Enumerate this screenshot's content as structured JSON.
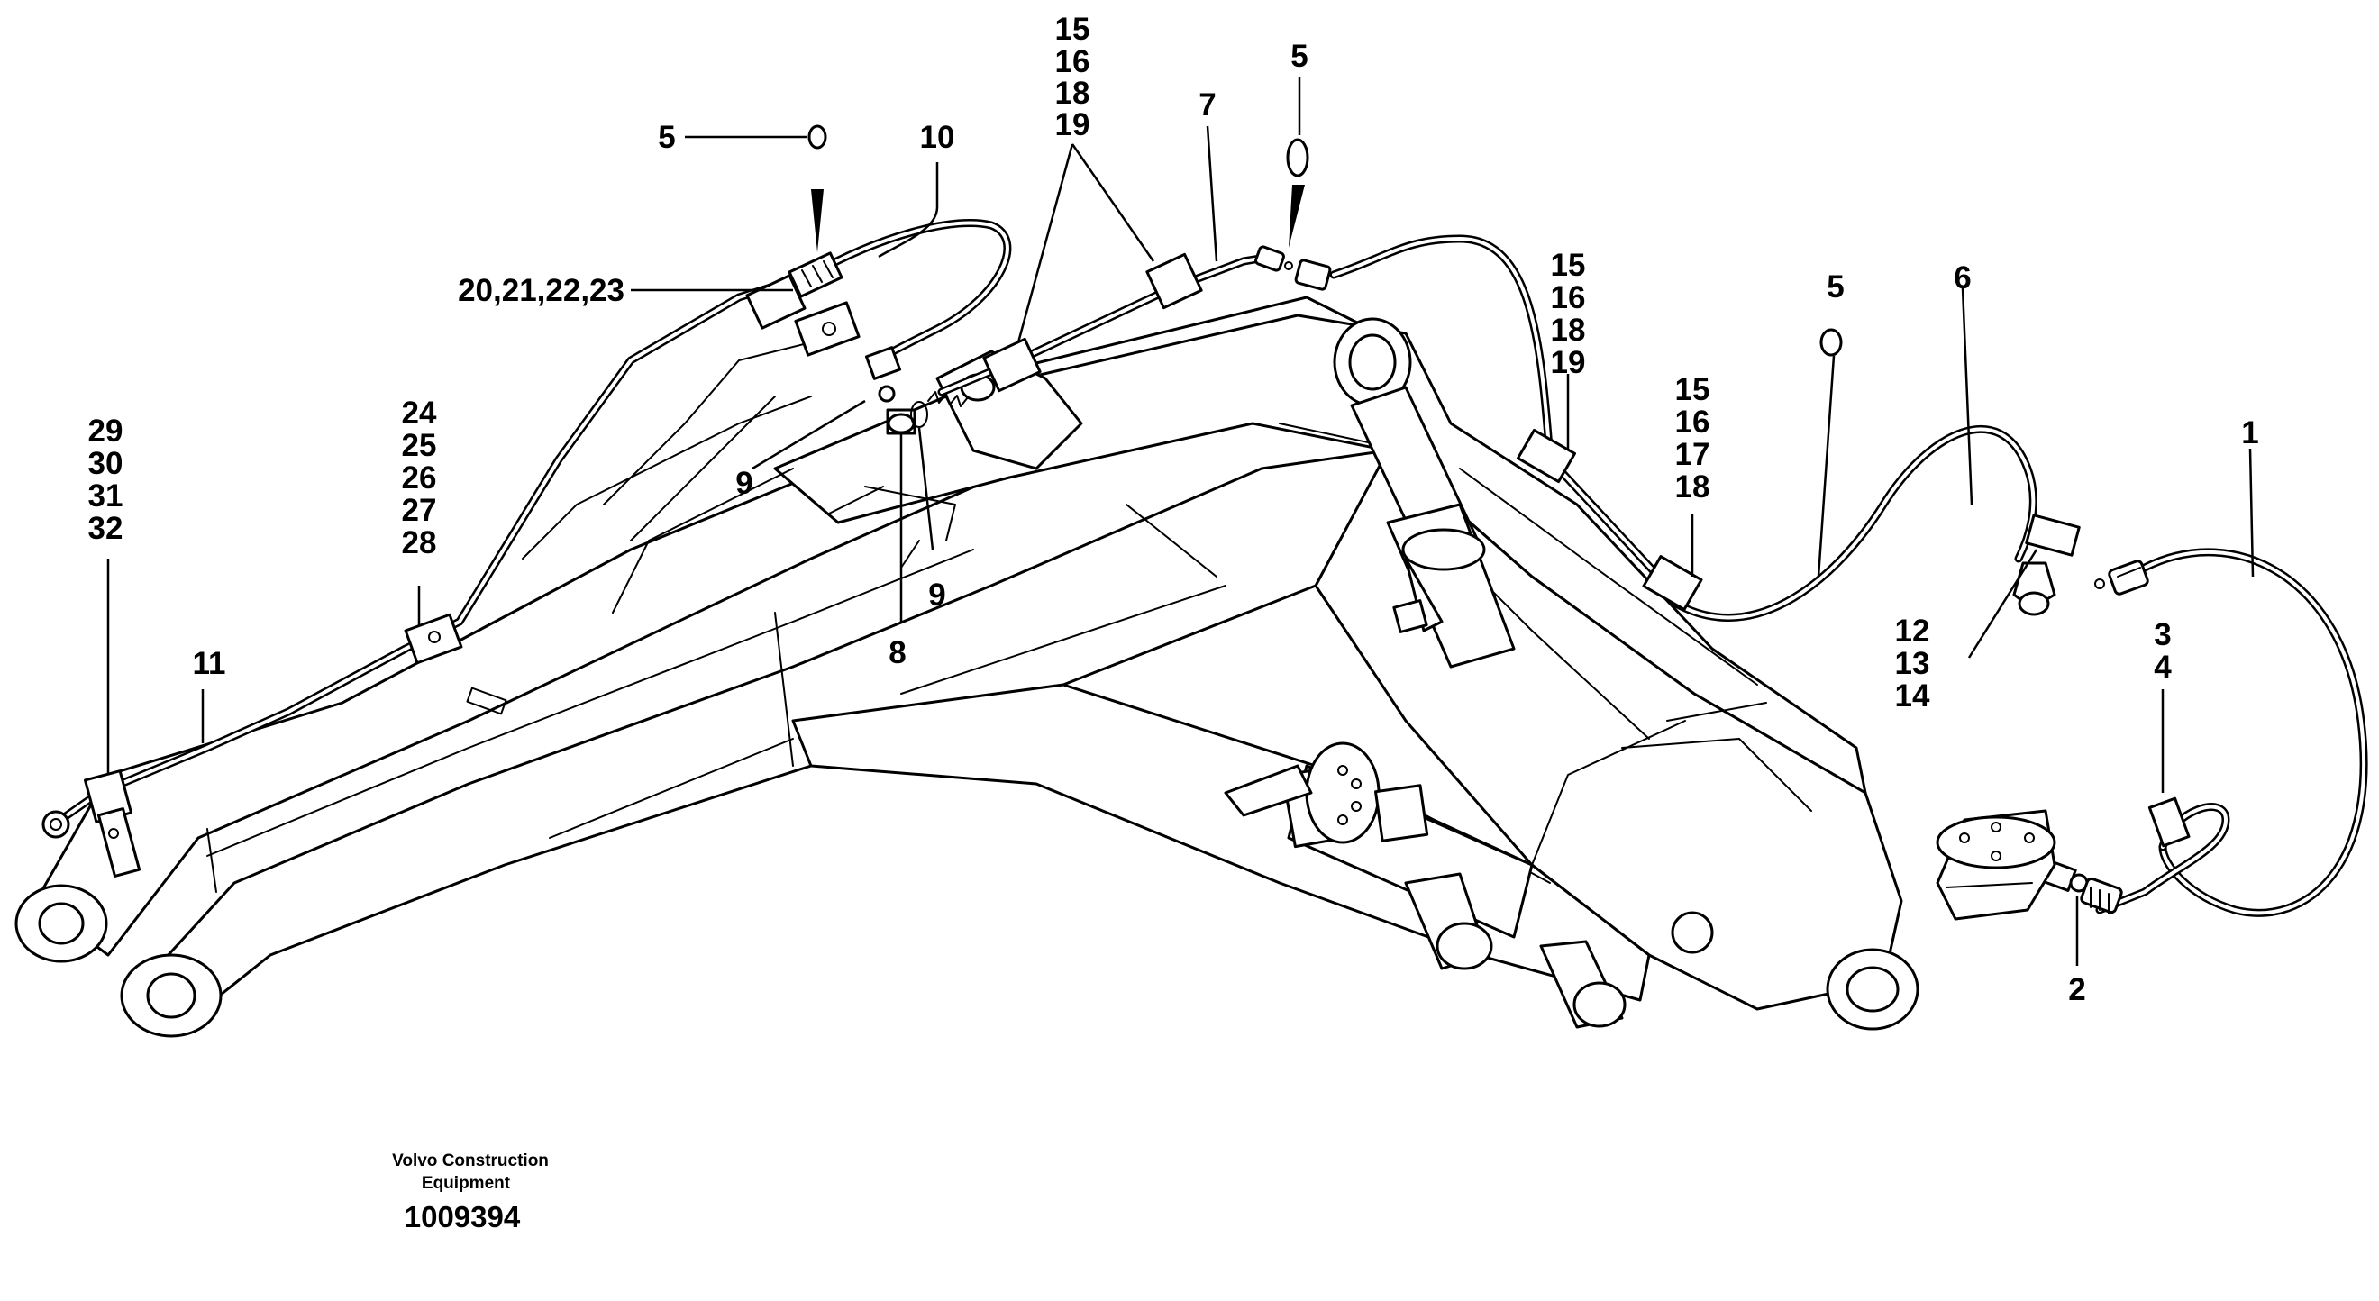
{
  "callouts": {
    "c15a": "15",
    "c16a": "16",
    "c18a": "18",
    "c19a": "19",
    "c5a": "5",
    "c5b": "5",
    "c5c": "5",
    "c10": "10",
    "c7": "7",
    "c20": "20,21,22,23",
    "c24": "24",
    "c25": "25",
    "c26": "26",
    "c27": "27",
    "c28": "28",
    "c29": "29",
    "c30": "30",
    "c31": "31",
    "c32": "32",
    "c11": "11",
    "c9a": "9",
    "c9b": "9",
    "c8": "8",
    "c15b": "15",
    "c16b": "16",
    "c18b": "18",
    "c19b": "19",
    "c15c": "15",
    "c16c": "16",
    "c17c": "17",
    "c18c": "18",
    "c6": "6",
    "c1": "1",
    "c12": "12",
    "c13": "13",
    "c14": "14",
    "c3": "3",
    "c4": "4",
    "c2": "2"
  },
  "footer": {
    "brand_line1": "Volvo Construction",
    "brand_line2": "Equipment",
    "drawing_number": "1009394"
  }
}
